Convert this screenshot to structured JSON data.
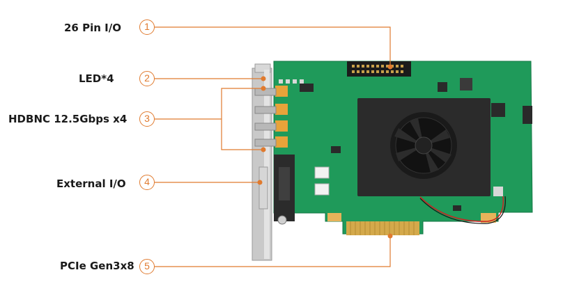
{
  "callouts": [
    {
      "label": "26 Pin I/O",
      "num": "1"
    },
    {
      "label": "LED*4",
      "num": "2"
    },
    {
      "label": "HDBNC 12.5Gbps x4",
      "num": "3"
    },
    {
      "label": "External I/O",
      "num": "4"
    },
    {
      "label": "PCIe Gen3x8",
      "num": "5"
    }
  ],
  "colors": {
    "accent": "#e07a2e",
    "pcb": "#1f9a5a",
    "heatsink": "#2b2b2b",
    "gold": "#d4a94b"
  }
}
